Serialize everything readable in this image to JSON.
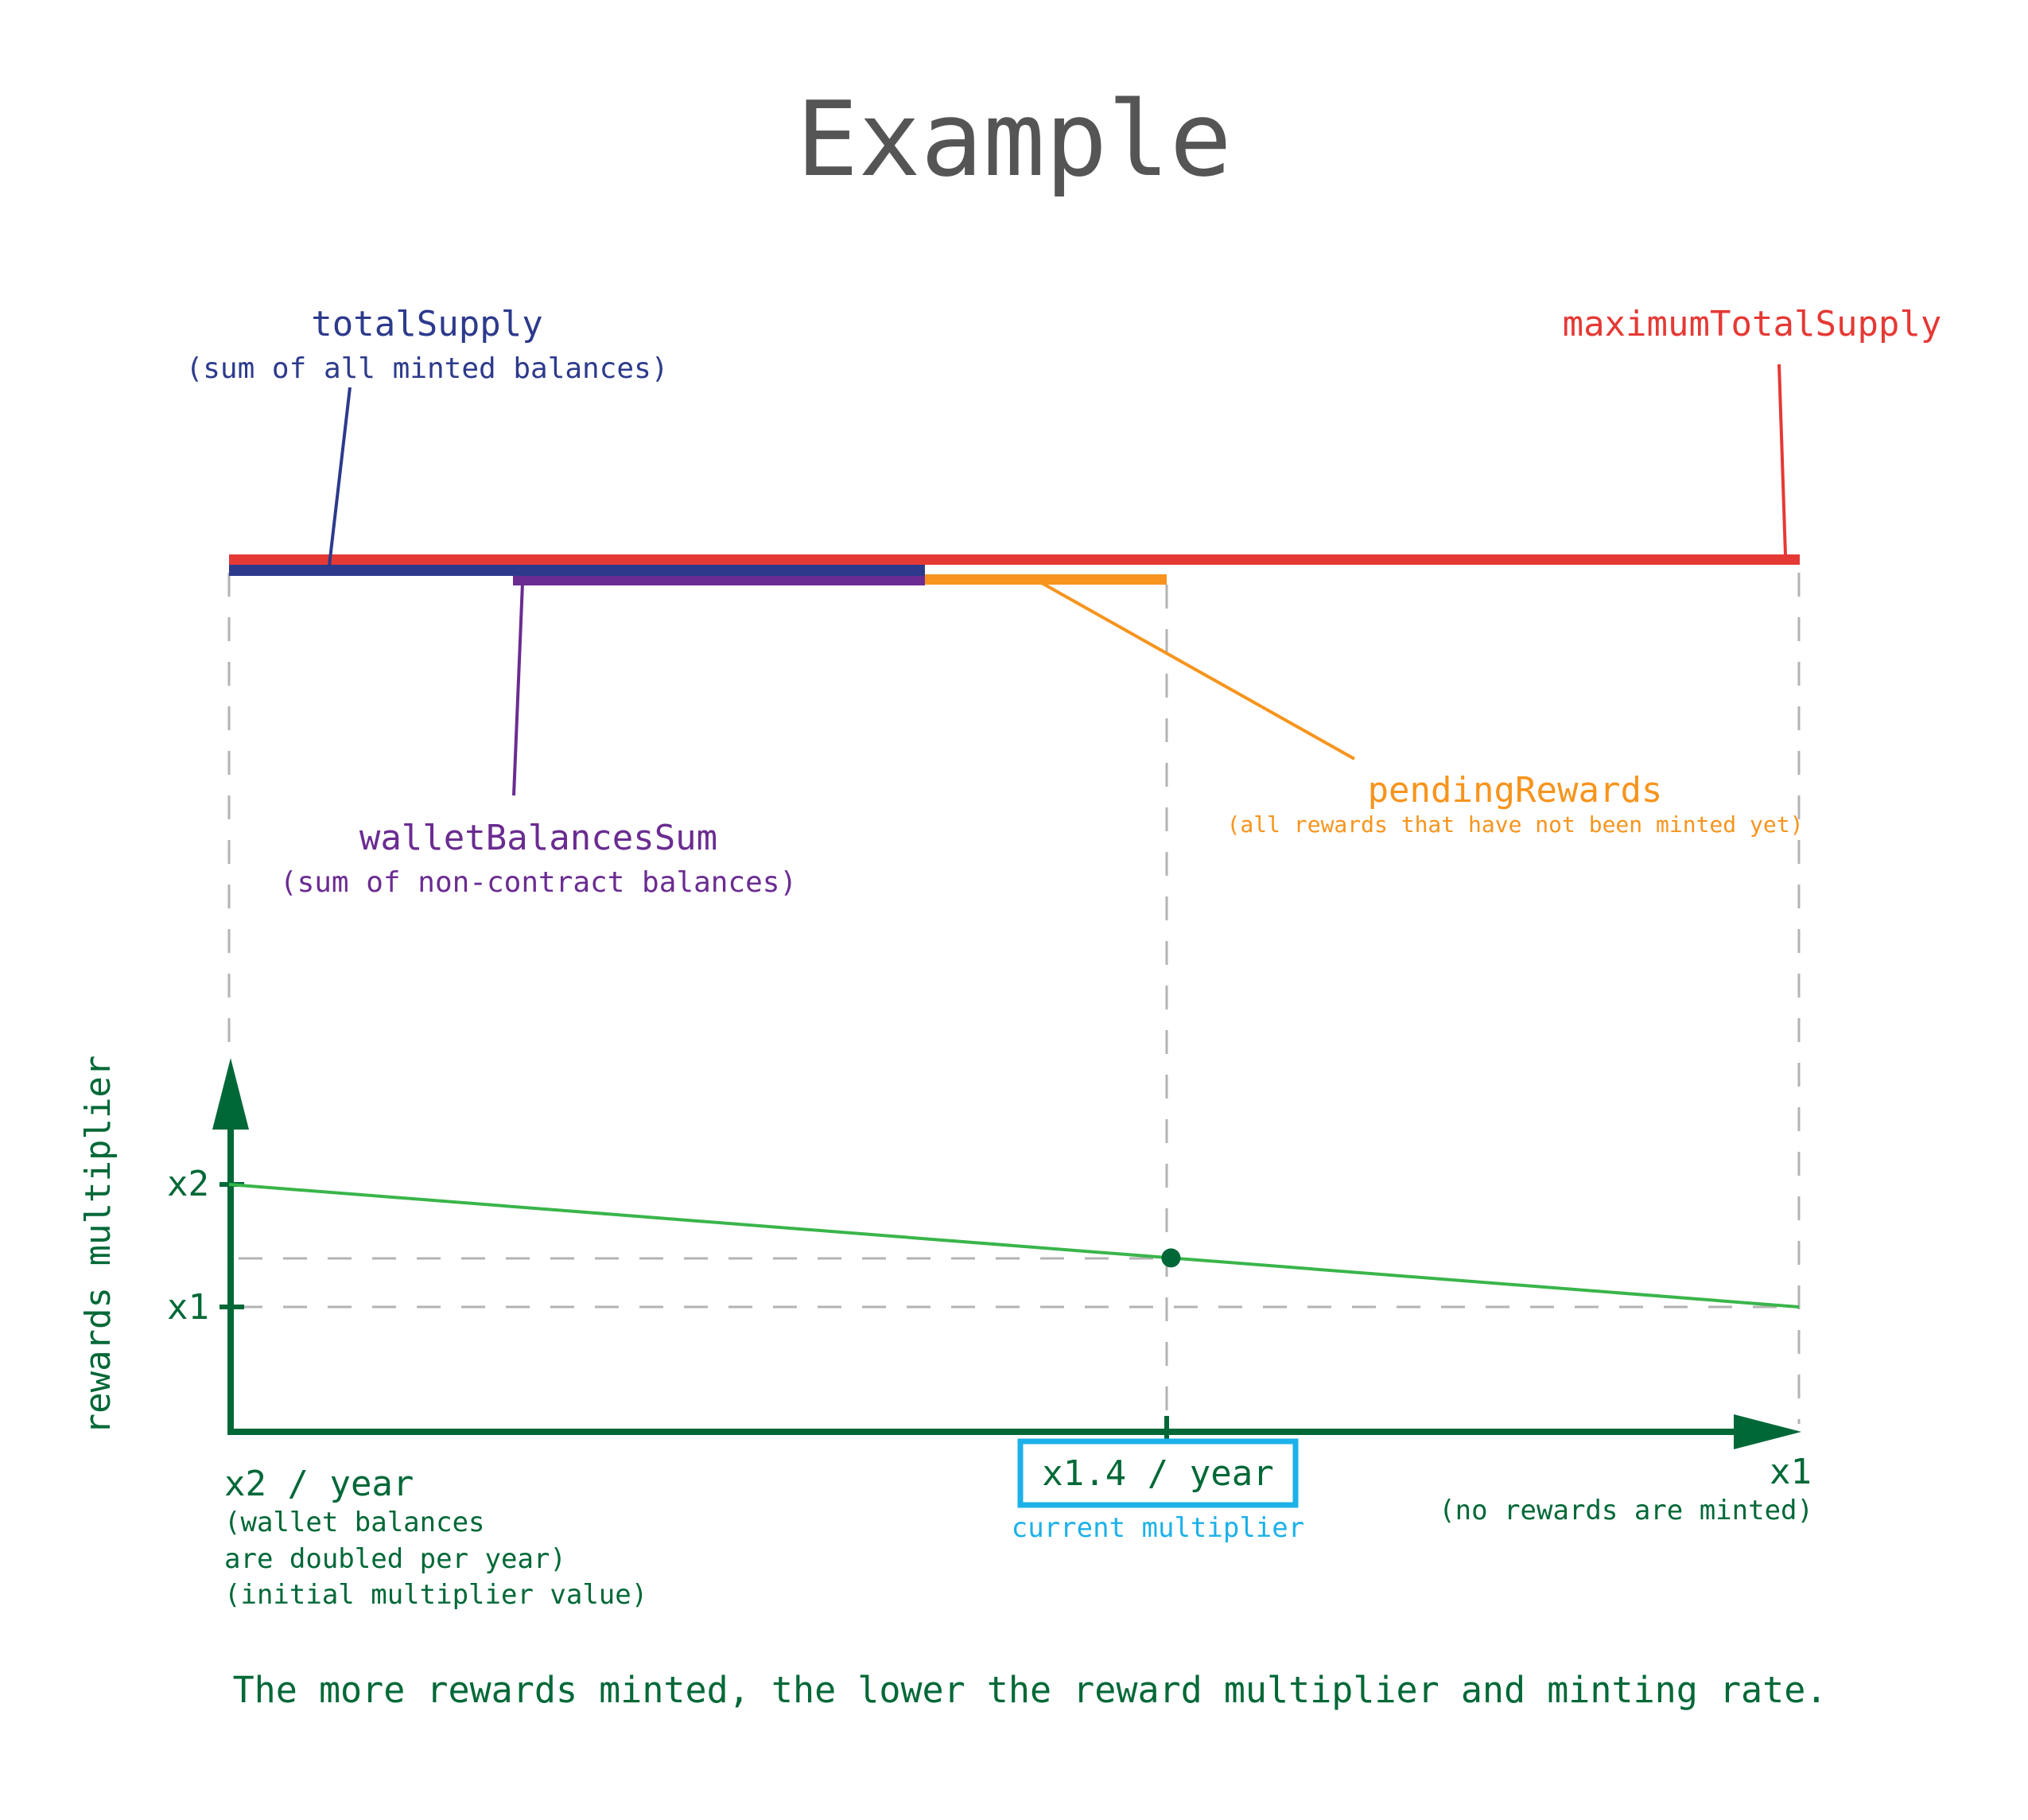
{
  "title": "Example",
  "colors": {
    "title": "#555555",
    "total_supply": "#2d3a8c",
    "maximum_total_supply": "#e53935",
    "wallet_balances_sum": "#6a2c91",
    "pending_rewards": "#f7941d",
    "axis_green": "#006837",
    "curve_green": "#39b54a",
    "current_blue": "#1cb1e8",
    "guide_gray": "#b3b3b3"
  },
  "labels": {
    "total_supply": {
      "name": "totalSupply",
      "description": "(sum of all minted balances)"
    },
    "maximum_total_supply": {
      "name": "maximumTotalSupply"
    },
    "wallet_balances_sum": {
      "name": "walletBalancesSum",
      "description": "(sum of non-contract balances)"
    },
    "pending_rewards": {
      "name": "pendingRewards",
      "description": "(all rewards that have not been minted yet)"
    }
  },
  "chart": {
    "y_axis_title": "rewards multiplier",
    "y_ticks": [
      "x2",
      "x1"
    ],
    "x_start": {
      "label": "x2 / year",
      "notes": [
        "(wallet balances",
        "are doubled per year)",
        "(initial multiplier value)"
      ]
    },
    "x_current": {
      "label": "x1.4 / year",
      "note": "current multiplier"
    },
    "x_end": {
      "label": "x1",
      "note": "(no rewards are minted)"
    }
  },
  "chart_data": {
    "type": "line",
    "title": "",
    "xlabel": "",
    "ylabel": "rewards multiplier",
    "x_range": [
      0,
      1
    ],
    "ylim": [
      0,
      2.5
    ],
    "series": [
      {
        "x": [
          0,
          1
        ],
        "y": [
          2,
          1
        ]
      }
    ],
    "current_point": {
      "x": 0.6,
      "y": 1.4
    }
  },
  "footer": "The more rewards minted, the lower the reward multiplier and minting rate."
}
